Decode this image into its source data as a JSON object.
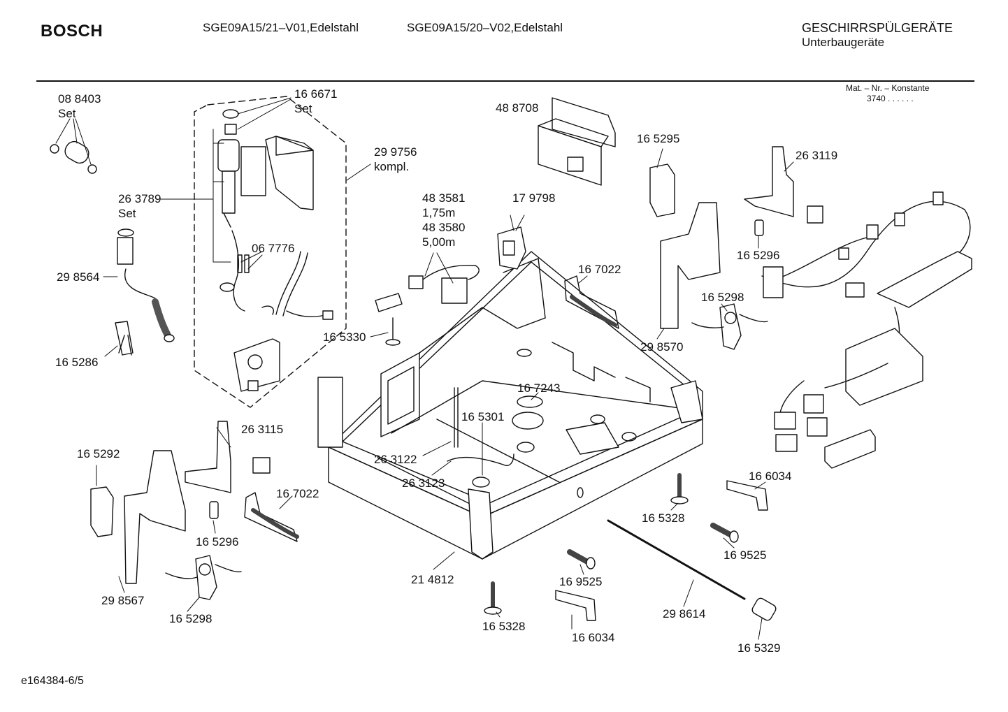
{
  "header": {
    "brand": "BOSCH",
    "model_1": "SGE09A15/21–V01,Edelstahl",
    "model_2": "SGE09A15/20–V02,Edelstahl",
    "category": "GESCHIRRSPÜLGERÄTE",
    "subcategory": "Unterbaugeräte",
    "mat_label": "Mat. – Nr. – Konstante",
    "mat_value": "3740 . . . . . ."
  },
  "footer": {
    "code": "e164384-6/5"
  },
  "labels": {
    "p088403": [
      "08 8403",
      "Set"
    ],
    "p166671": [
      "16 6671",
      "Set"
    ],
    "p299756": [
      "29 9756",
      "kompl."
    ],
    "p263789": [
      "26 3789",
      "Set"
    ],
    "p298564": [
      "29 8564"
    ],
    "p067776": [
      "06 7776"
    ],
    "p165286": [
      "16 5286"
    ],
    "p488708": [
      "48 8708"
    ],
    "p483581": [
      "48 3581",
      "1,75m",
      "48 3580",
      "5,00m"
    ],
    "p179798": [
      "17 9798"
    ],
    "p165330": [
      "16 5330"
    ],
    "p165295": [
      "16 5295"
    ],
    "p263119": [
      "26 3119"
    ],
    "p165296a": [
      "16 5296"
    ],
    "p167022a": [
      "16 7022"
    ],
    "p165298a": [
      "16 5298"
    ],
    "p298570": [
      "29 8570"
    ],
    "p167243": [
      "16 7243"
    ],
    "p165301": [
      "16 5301"
    ],
    "p263115": [
      "26 3115"
    ],
    "p165292": [
      "16 5292"
    ],
    "p263122": [
      "26 3122"
    ],
    "p263123": [
      "26 3123"
    ],
    "p167022b": [
      "16 7022"
    ],
    "p165296b": [
      "16 5296"
    ],
    "p298567": [
      "29 8567"
    ],
    "p165298b": [
      "16 5298"
    ],
    "p214812": [
      "21 4812"
    ],
    "p165328a": [
      "16 5328"
    ],
    "p169525a": [
      "16 9525"
    ],
    "p166034a": [
      "16 6034"
    ],
    "p165328b": [
      "16 5328"
    ],
    "p169525b": [
      "16 9525"
    ],
    "p166034b": [
      "16 6034"
    ],
    "p298614": [
      "29 8614"
    ],
    "p165329": [
      "16 5329"
    ]
  }
}
